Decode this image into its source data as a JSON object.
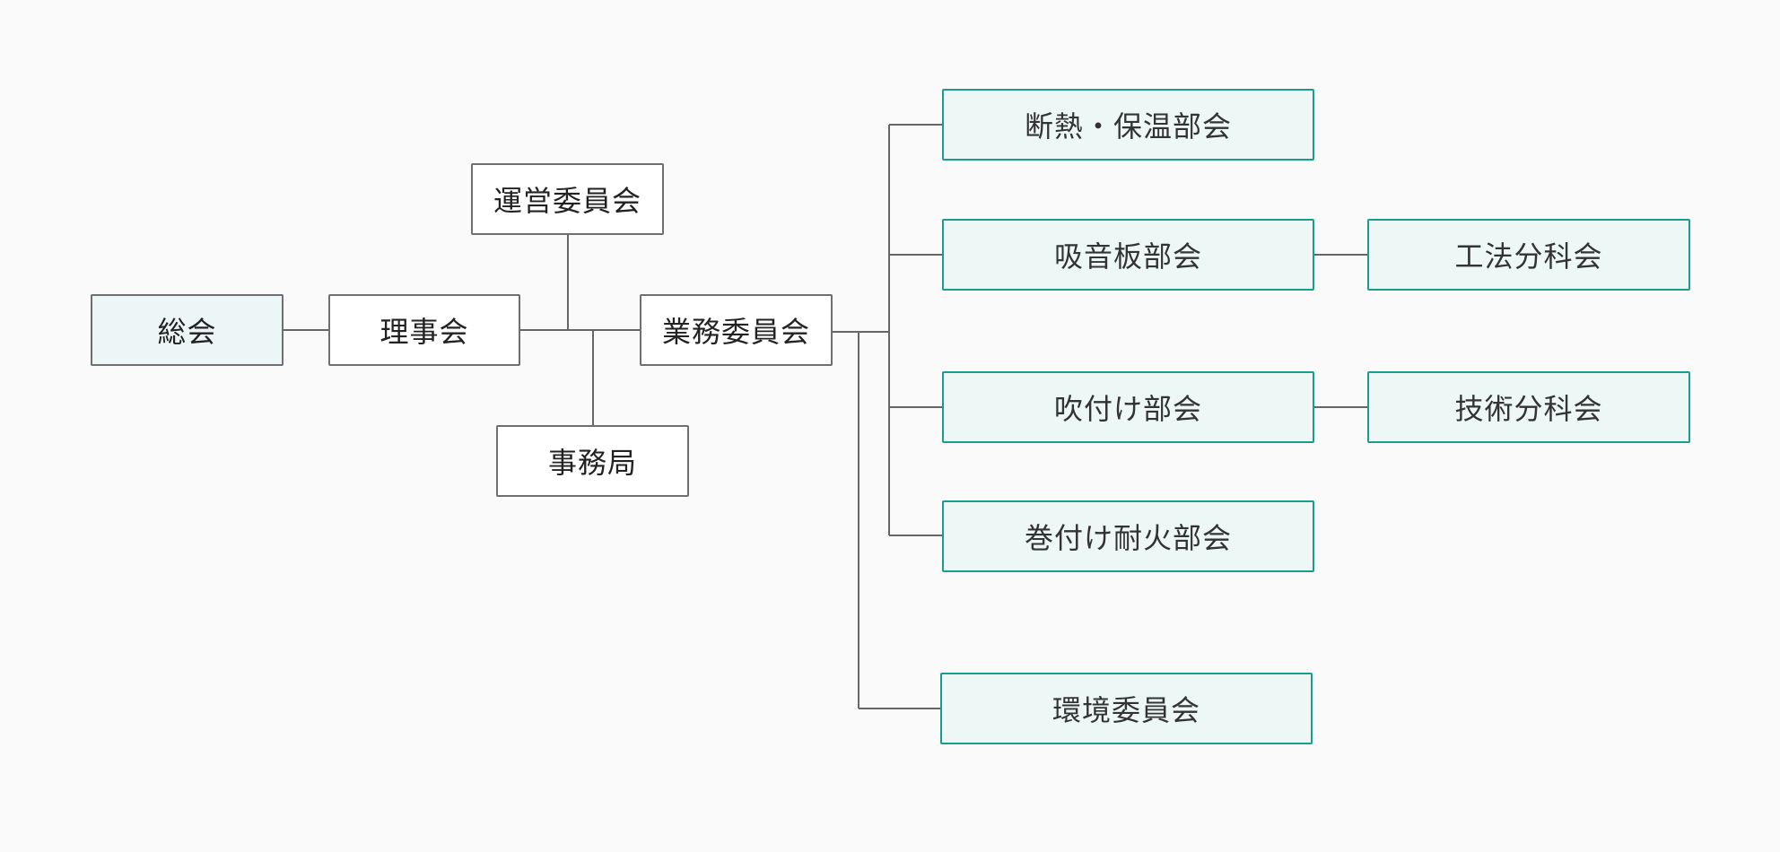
{
  "colors": {
    "background": "#fafafa",
    "connector": "#666666",
    "gray_border": "#6f6f6f",
    "teal_border": "#1a9e8c",
    "tinted_fill": "#ecf6f6"
  },
  "nodes": {
    "general_assembly": "総会",
    "board": "理事会",
    "steering_committee": "運営委員会",
    "secretariat": "事務局",
    "business_committee": "業務委員会",
    "insulation_division": "断熱・保温部会",
    "sound_absorbing_board_division": "吸音板部会",
    "spray_division": "吹付け部会",
    "wrap_fireproof_division": "巻付け耐火部会",
    "environment_committee": "環境委員会",
    "construction_method_subcommittee": "工法分科会",
    "technical_subcommittee": "技術分科会"
  }
}
